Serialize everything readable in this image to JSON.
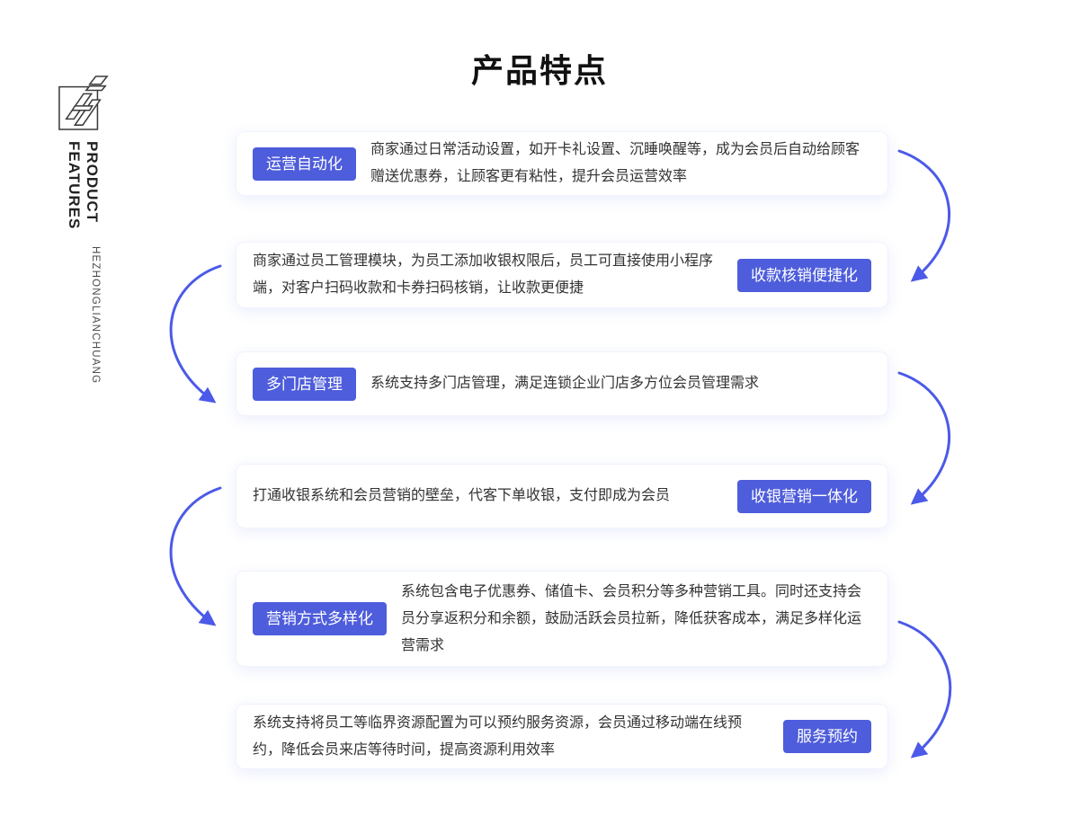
{
  "title": "产品特点",
  "sidebar": {
    "brand_en": "PRODUCT FEATURES",
    "brand_sub": "HEZHONGLIANCHUANG"
  },
  "cards": [
    {
      "badge": "运营自动化",
      "badge_side": "left",
      "text": "商家通过日常活动设置，如开卡礼设置、沉睡唤醒等，成为会员后自动给顾客赠送优惠券，让顾客更有粘性，提升会员运营效率"
    },
    {
      "badge": "收款核销便捷化",
      "badge_side": "right",
      "text": "商家通过员工管理模块，为员工添加收银权限后，员工可直接使用小程序端，对客户扫码收款和卡券扫码核销，让收款更便捷"
    },
    {
      "badge": "多门店管理",
      "badge_side": "left",
      "text": "系统支持多门店管理，满足连锁企业门店多方位会员管理需求"
    },
    {
      "badge": "收银营销一体化",
      "badge_side": "right",
      "text": "打通收银系统和会员营销的壁垒，代客下单收银，支付即成为会员"
    },
    {
      "badge": "营销方式多样化",
      "badge_side": "left",
      "text": "系统包含电子优惠券、储值卡、会员积分等多种营销工具。同时还支持会员分享返积分和余额，鼓励活跃会员拉新，降低获客成本，满足多样化运营需求"
    },
    {
      "badge": "服务预约",
      "badge_side": "right",
      "text": "系统支持将员工等临界资源配置为可以预约服务资源，会员通过移动端在线预约，降低会员来店等待时间，提高资源利用效率"
    }
  ],
  "icons": {
    "logo": "hezhong-logo-icon",
    "arrow": "curved-flow-arrow"
  },
  "colors": {
    "badge_bg": "#4e5ddb",
    "badge_text": "#ffffff",
    "arrow": "#4b5ae8",
    "title_text": "#111111",
    "body_text": "#333333",
    "card_bg": "#ffffff"
  }
}
